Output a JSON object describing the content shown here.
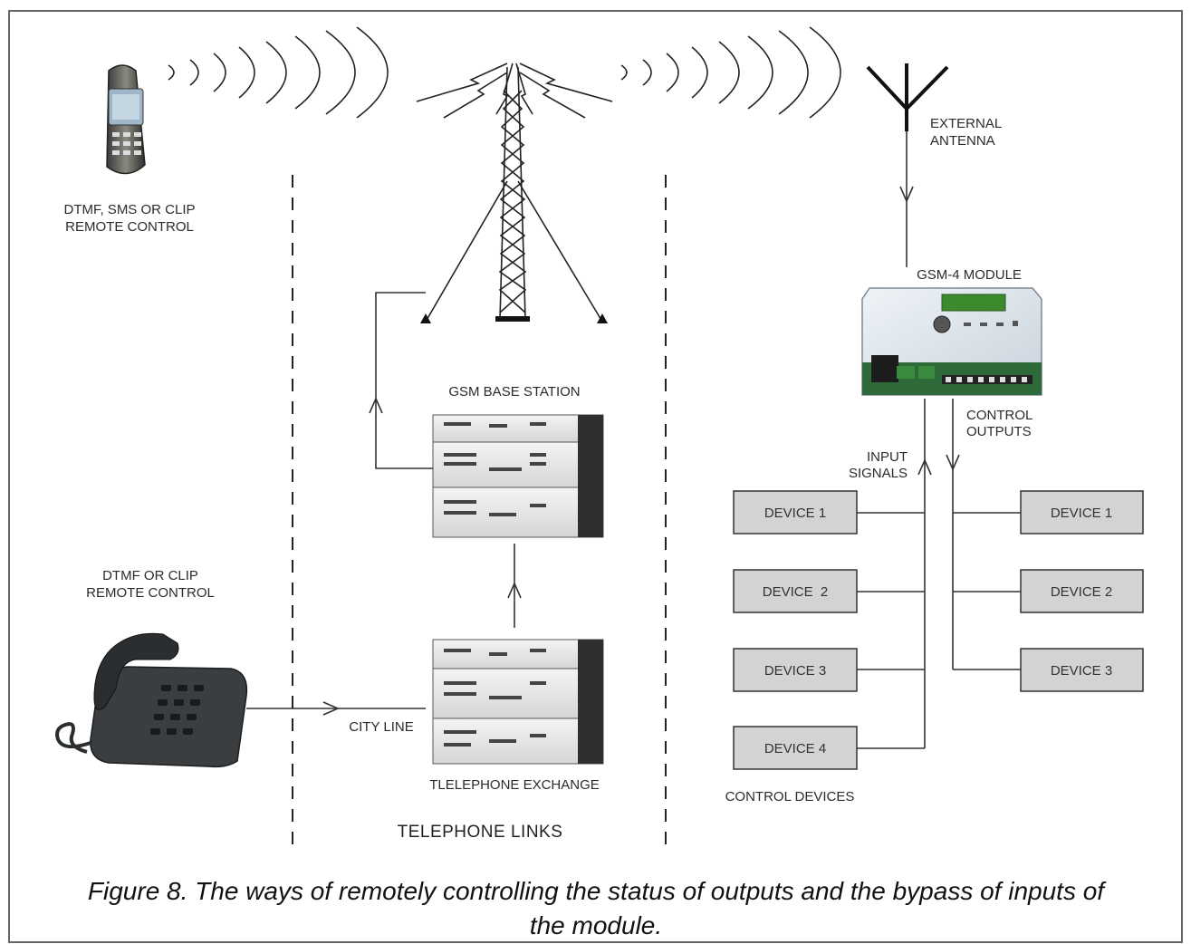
{
  "labels": {
    "mobile_line1": "DTMF, SMS OR CLIP",
    "mobile_line2": "REMOTE CONTROL",
    "landline_line1": "DTMF OR CLIP",
    "landline_line2": "REMOTE CONTROL",
    "base_station": "GSM BASE STATION",
    "exchange": "TLELEPHONE EXCHANGE",
    "city_line": "CITY LINE",
    "telephone_links": "TELEPHONE LINKS",
    "antenna_line1": "EXTERNAL",
    "antenna_line2": "ANTENNA",
    "module": "GSM-4 MODULE",
    "input_line1": "INPUT",
    "input_line2": "SIGNALS",
    "output_line1": "CONTROL",
    "output_line2": "OUTPUTS",
    "control_devices": "CONTROL DEVICES"
  },
  "input_devices": [
    "DEVICE 1",
    "DEVICE  2",
    "DEVICE 3",
    "DEVICE 4"
  ],
  "output_devices": [
    "DEVICE 1",
    "DEVICE 2",
    "DEVICE 3"
  ],
  "caption": {
    "line1": "Figure 8. The ways of remotely controlling the status of outputs and the bypass of inputs of",
    "line2": "the module."
  },
  "colors": {
    "device_box": "#d3d3d3",
    "module_body": "#dfe6ec",
    "module_display": "#3c8a2e",
    "rack": "#e6e6e6"
  }
}
